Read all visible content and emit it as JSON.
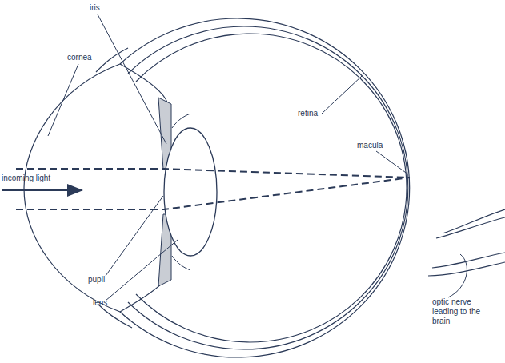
{
  "diagram": {
    "labels": [
      "iris",
      "cornea",
      "retina",
      "macula",
      "incoming light",
      "pupil",
      "lens",
      "optic nerve leading to the brain"
    ]
  }
}
